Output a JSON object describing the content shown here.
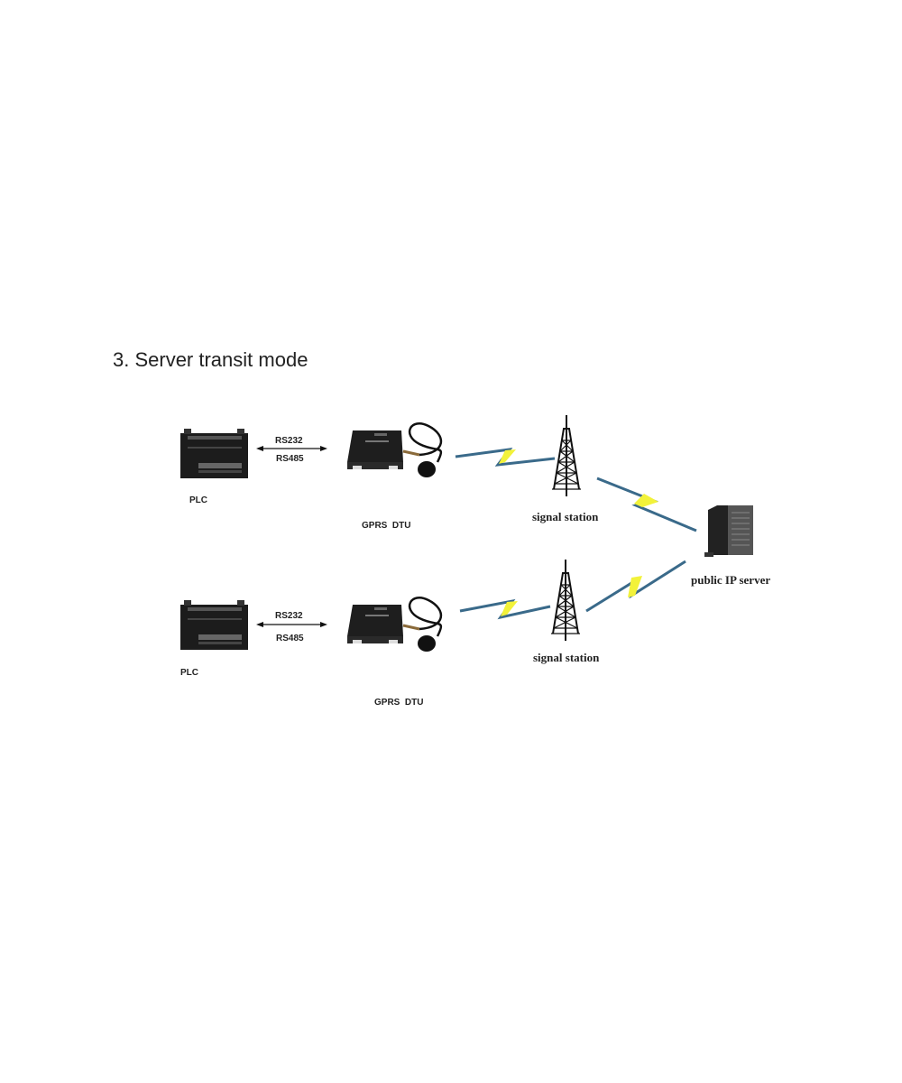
{
  "title": "3. Server transit mode",
  "diagram": {
    "rows": [
      {
        "plc_label": "PLC",
        "link_top": "RS232",
        "link_bottom": "RS485",
        "dtu_label": "GPRS  DTU",
        "station_label": "signal station"
      },
      {
        "plc_label": "PLC",
        "link_top": "RS232",
        "link_bottom": "RS485",
        "dtu_label": "GPRS  DTU",
        "station_label": "signal station"
      }
    ],
    "server_label": "public IP server",
    "colors": {
      "lightning_fill": "#f2f23a",
      "lightning_line": "#3a6a8a",
      "device": "#1c1c1c"
    }
  }
}
